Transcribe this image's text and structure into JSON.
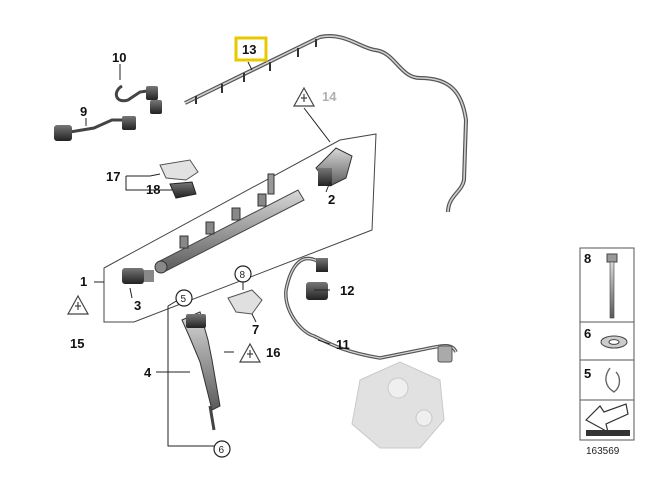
{
  "diagram": {
    "highlighted_part": "13",
    "part_numbers": [
      "1",
      "2",
      "3",
      "4",
      "5",
      "6",
      "7",
      "8",
      "9",
      "10",
      "11",
      "12",
      "13",
      "14",
      "15",
      "16",
      "17",
      "18"
    ],
    "ref_circle_numbers": [
      "5",
      "6",
      "8"
    ],
    "legend": [
      {
        "number": "8",
        "icon": "bolt-icon"
      },
      {
        "number": "6",
        "icon": "washer-icon"
      },
      {
        "number": "5",
        "icon": "clip-icon"
      },
      {
        "number": "",
        "icon": "arrow-icon"
      }
    ],
    "diagram_id": "163569",
    "colors": {
      "highlight": "#e8c900",
      "line": "#333333",
      "faded": "#b0b0b0"
    }
  }
}
